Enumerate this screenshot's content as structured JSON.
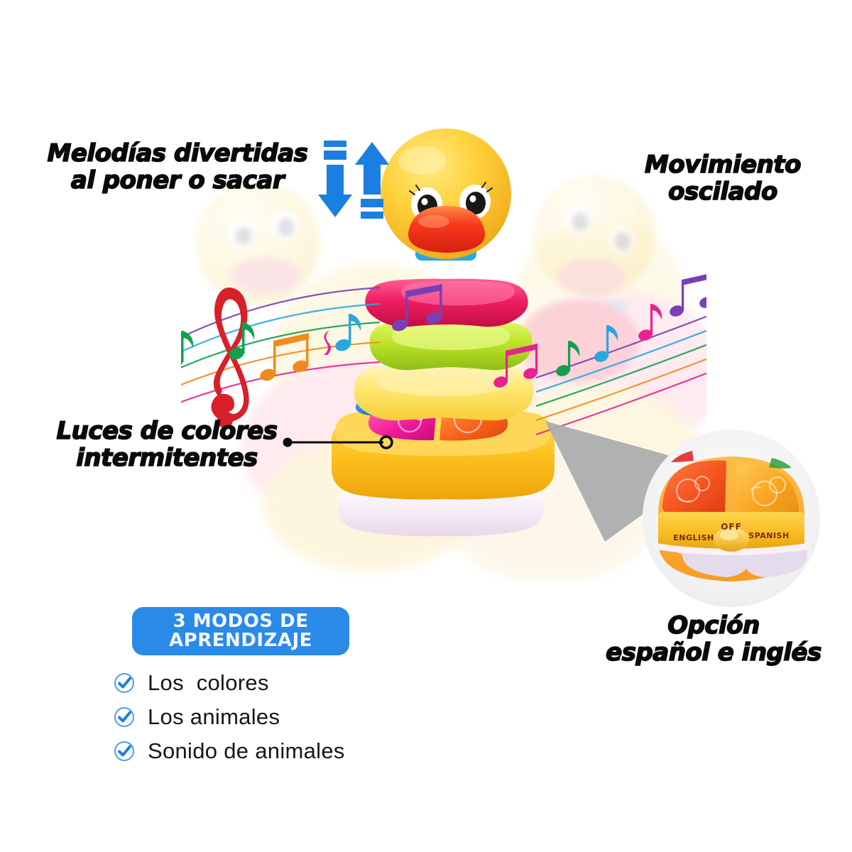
{
  "page": {
    "background_color": "#ffffff",
    "product": "duck stacking ring learning toy"
  },
  "captions": {
    "melodies": "Melodías divertidas\nal poner o sacar",
    "movement": "Movimiento\noscilado",
    "lights": "Luces de colores\nintermitentes",
    "language_option": "Opción\nespañol e inglés"
  },
  "badge": {
    "line1": "3 MODOS DE",
    "line2": "APRENDIZAJE",
    "background_color": "#2a8ae8",
    "text_color": "#f2f7fd"
  },
  "checklist": {
    "icon": "check-circle-icon",
    "icon_color": "#2a8ae8",
    "items": [
      {
        "label": "Los  colores"
      },
      {
        "label": "Los animales"
      },
      {
        "label": "Sonido de animales"
      }
    ]
  },
  "inset": {
    "name": "language-switch-closeup",
    "switch_labels": {
      "left": "ENGLISH",
      "center": "OFF",
      "right": "SPANISH"
    },
    "label_color": "#7a2c12"
  },
  "arrows": {
    "down_arrow": "arrow-down-icon",
    "up_arrow": "arrow-up-icon",
    "color": "#1a7fe0"
  },
  "colors": {
    "accent_blue": "#2a8ae8",
    "arrow_blue": "#1a7fe0",
    "ring_pink": "#ef1f63",
    "ring_green": "#b8e02a",
    "ring_yellow": "#ffe14f",
    "base_yellow": "#fdc825",
    "duck_yellow": "#ffcf2e",
    "beak_red": "#f43a1e",
    "collar_blue": "#29a8e0",
    "text_black": "#0a0a0a",
    "cone_gray": "#a9aaac"
  },
  "music": {
    "clef": "treble-clef-icon",
    "note_colors": [
      "#d8202a",
      "#12a050",
      "#f08a1e",
      "#29a8e0",
      "#7b3fb5",
      "#e8238f"
    ]
  }
}
